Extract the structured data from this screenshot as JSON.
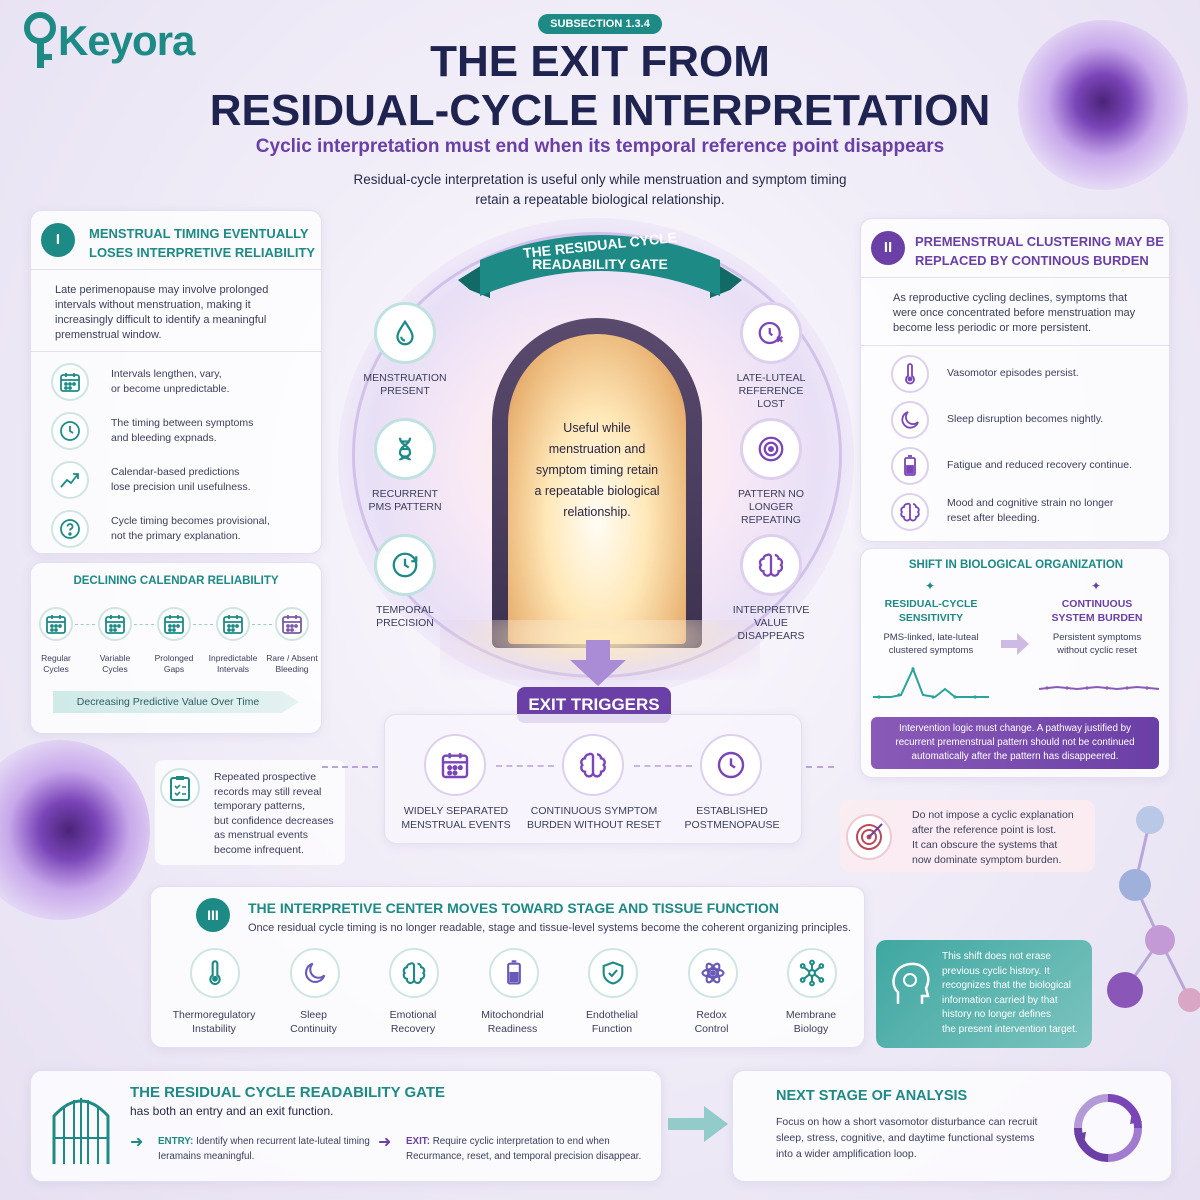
{
  "brand": {
    "logo": "Keyora"
  },
  "header": {
    "subsection": "SUBSECTION 1.3.4",
    "title_line1": "THE EXIT FROM",
    "title_line2": "RESIDUAL-CYCLE INTERPRETATION",
    "subtitle": "Cyclic interpretation must end when its temporal reference point disappears",
    "intro_line1": "Residual-cycle interpretation is useful only while menstruation and symptom timing",
    "intro_line2": "retain a repeatable biological relationship."
  },
  "section1": {
    "numeral": "I",
    "title_line1": "MENSTRUAL TIMING EVENTUALLY",
    "title_line2": "LOSES INTERPRETIVE RELIABILITY",
    "body": "Late perimenopause may involve prolonged intervals without menstruation, making it increasingly difficult to identify a meaningful premenstrual window.",
    "items": [
      {
        "icon": "calendar-icon",
        "l1": "Intervals lengthen, vary,",
        "l2": "or become unpredictable."
      },
      {
        "icon": "clock-icon",
        "l1": "The timing between symptoms",
        "l2": "and bleeding expnads."
      },
      {
        "icon": "trend-chart-icon",
        "l1": "Calendar-based predictions",
        "l2": "lose precision unil usefulness."
      },
      {
        "icon": "question-icon",
        "l1": "Cycle timing becomes provisional,",
        "l2": "not the primary explanation."
      }
    ]
  },
  "calendar": {
    "title": "DECLINING CALENDAR RELIABILITY",
    "steps": [
      {
        "l1": "Regular",
        "l2": "Cycles"
      },
      {
        "l1": "Variable",
        "l2": "Cycles"
      },
      {
        "l1": "Prolonged",
        "l2": "Gaps"
      },
      {
        "l1": "Inpredictable",
        "l2": "Intervals"
      },
      {
        "l1": "Rare / Absent",
        "l2": "Bleeding"
      }
    ],
    "arrow": "Decreasing Predictive Value Over Time"
  },
  "records": {
    "l1": "Repeated prospective",
    "l2": "records may still reveal",
    "l3": "temporary patterns,",
    "l4": "but confidence decreases",
    "l5": "as menstrual events",
    "l6": "become infrequent."
  },
  "gate": {
    "banner_l1": "THE RESIDUAL CYCLE",
    "banner_l2": "READABILITY GATE",
    "center": [
      "Useful while",
      "menstruation and",
      "symptom timing retain",
      "a repeatable biological",
      "relationship."
    ],
    "left": [
      {
        "icon": "droplet-icon",
        "l1": "MENSTRUATION",
        "l2": "PRESENT",
        "l3": ""
      },
      {
        "icon": "dna-icon",
        "l1": "RECURRENT",
        "l2": "PMS PATTERN",
        "l3": ""
      },
      {
        "icon": "clock-cycle-icon",
        "l1": "TEMPORAL",
        "l2": "PRECISION",
        "l3": ""
      }
    ],
    "right": [
      {
        "icon": "clock-x-icon",
        "l1": "LATE-LUTEAL",
        "l2": "REFERENCE",
        "l3": "LOST"
      },
      {
        "icon": "target-icon",
        "l1": "PATTERN NO",
        "l2": "LONGER",
        "l3": "REPEATING"
      },
      {
        "icon": "brain-icon",
        "l1": "INTERPRETIVE",
        "l2": "VALUE",
        "l3": "DISAPPEARS"
      }
    ]
  },
  "exit": {
    "title": "EXIT TRIGGERS",
    "items": [
      {
        "icon": "calendar-icon",
        "l1": "WIDELY SEPARATED",
        "l2": "MENSTRUAL EVENTS"
      },
      {
        "icon": "brain-icon",
        "l1": "CONTINUOUS SYMPTOM",
        "l2": "BURDEN WITHOUT RESET"
      },
      {
        "icon": "clock-icon",
        "l1": "ESTABLISHED",
        "l2": "POSTMENOPAUSE"
      }
    ]
  },
  "section2": {
    "numeral": "II",
    "title_line1": "PREMENSTRUAL CLUSTERING MAY BE",
    "title_line2": "REPLACED BY CONTINOUS BURDEN",
    "body": "As reproductive cycling declines, symptoms that were once concentrated before menstruation may become less periodic or more persistent.",
    "items": [
      {
        "icon": "thermometer-icon",
        "l1": "Vasomotor episodes persist.",
        "l2": ""
      },
      {
        "icon": "moon-icon",
        "l1": "Sleep disruption becomes nightly.",
        "l2": ""
      },
      {
        "icon": "battery-icon",
        "l1": "Fatigue and reduced recovery continue.",
        "l2": ""
      },
      {
        "icon": "brain-icon",
        "l1": "Mood and cognitive strain no longer",
        "l2": "reset after bleeding."
      }
    ]
  },
  "shift": {
    "title": "SHIFT IN BIOLOGICAL ORGANIZATION",
    "left_t1": "RESIDUAL-CYCLE",
    "left_t2": "SENSITIVITY",
    "left_d1": "PMS-linked, late-luteal",
    "left_d2": "clustered symptoms",
    "right_t1": "CONTINUOUS",
    "right_t2": "SYSTEM BURDEN",
    "right_d1": "Persistent symptoms",
    "right_d2": "without cyclic reset",
    "note": [
      "Intervention logic must change. A pathway justified by",
      "recurrent premenstrual pattern should not be continued",
      "automatically after the pattern has disappeered."
    ]
  },
  "warn": {
    "l1": "Do not impose a cyclic explanation",
    "l2": "after the reference point is lost.",
    "l3": "It can obscure the systems that",
    "l4": "now dominate symptom burden."
  },
  "section3": {
    "numeral": "III",
    "title": "THE INTERPRETIVE CENTER MOVES TOWARD STAGE AND TISSUE FUNCTION",
    "body": "Once residual cycle timing is no longer readable, stage and tissue-level systems become the coherent organizing principles.",
    "items": [
      {
        "icon": "thermometer-icon",
        "l1": "Thermoregulatory",
        "l2": "Instability"
      },
      {
        "icon": "moon-icon",
        "l1": "Sleep",
        "l2": "Continuity"
      },
      {
        "icon": "brain-icon",
        "l1": "Emotional",
        "l2": "Recovery"
      },
      {
        "icon": "battery-icon",
        "l1": "Mitochondrial",
        "l2": "Readiness"
      },
      {
        "icon": "shield-icon",
        "l1": "Endothelial",
        "l2": "Function"
      },
      {
        "icon": "atom-icon",
        "l1": "Redox",
        "l2": "Control"
      },
      {
        "icon": "network-icon",
        "l1": "Membrane",
        "l2": "Biology"
      }
    ]
  },
  "shiftnote": {
    "lines": [
      "This shift does not erase",
      "previous cyclic history. It",
      "recognizes that the biological",
      "information carried by that",
      "history no longer defines",
      "the present intervention target."
    ]
  },
  "gatebox": {
    "title": "THE RESIDUAL CYCLE READABILITY GATE",
    "sub": "has both an entry and an exit function.",
    "entry_k": "ENTRY:",
    "entry_l1": "Identify when recurrent late-luteal timing",
    "entry_l2": "Ieramains meaningful.",
    "exit_k": "EXIT:",
    "exit_l1": "Require cyclic interpretation to end when",
    "exit_l2": "Recurmance, reset, and temporal precision disappear."
  },
  "next": {
    "title": "NEXT STAGE OF ANALYSIS",
    "l1": "Focus on how a short vasomotor disturbance can recruit",
    "l2": "sleep, stress, cognitive, and daytime functional systems",
    "l3": "into a wider amplification loop."
  }
}
